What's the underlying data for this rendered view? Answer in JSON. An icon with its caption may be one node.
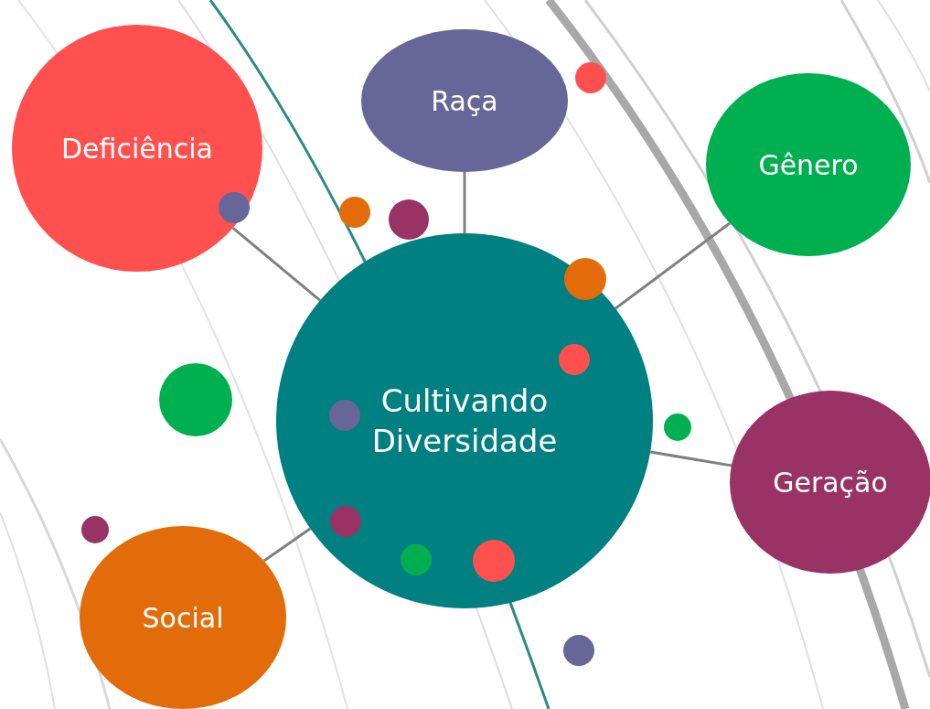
{
  "diagram": {
    "nodes": [
      {
        "text": [
          "Raça"
        ]
      },
      {
        "text": [
          "Deficiência"
        ]
      },
      {
        "text": [
          "Gênero"
        ]
      },
      {
        "text": [
          "Cultivando Diversidade"
        ]
      },
      {
        "text": [
          "Geração"
        ]
      },
      {
        "text": [
          "Social"
        ]
      }
    ],
    "edges": [
      {
        "from": 3,
        "to": 0,
        "arrow": "none"
      },
      {
        "from": 3,
        "to": 1,
        "arrow": "none"
      },
      {
        "from": 3,
        "to": 2,
        "arrow": "none"
      },
      {
        "from": 3,
        "to": 4,
        "arrow": "none"
      },
      {
        "from": 3,
        "to": 5,
        "arrow": "none"
      }
    ]
  }
}
